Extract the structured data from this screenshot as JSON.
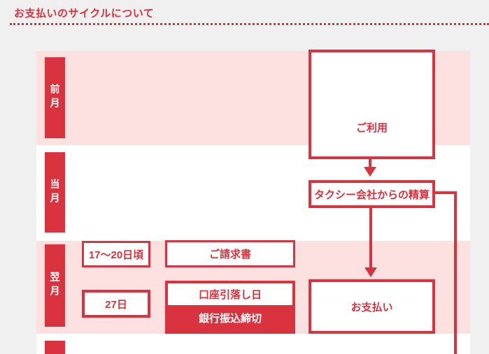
{
  "title": "お支払いのサイクルについて",
  "colors": {
    "accent_red": "#d9333f",
    "band_pink": "#fde1e1",
    "band_white": "#ffffff",
    "background_gray": "#f0f0f0"
  },
  "rows": [
    {
      "label": "前月"
    },
    {
      "label": "当月"
    },
    {
      "label": "翌月"
    },
    {
      "label": ""
    }
  ],
  "boxes": {
    "usage": "ご利用",
    "settlement": "タクシー会社からの精算",
    "invoice_period": "17〜20日頃",
    "invoice": "ご請求書",
    "debit_date": "27日",
    "debit_day": "口座引落し日",
    "bank_transfer_deadline": "銀行振込締切",
    "payment": "お支払い"
  }
}
